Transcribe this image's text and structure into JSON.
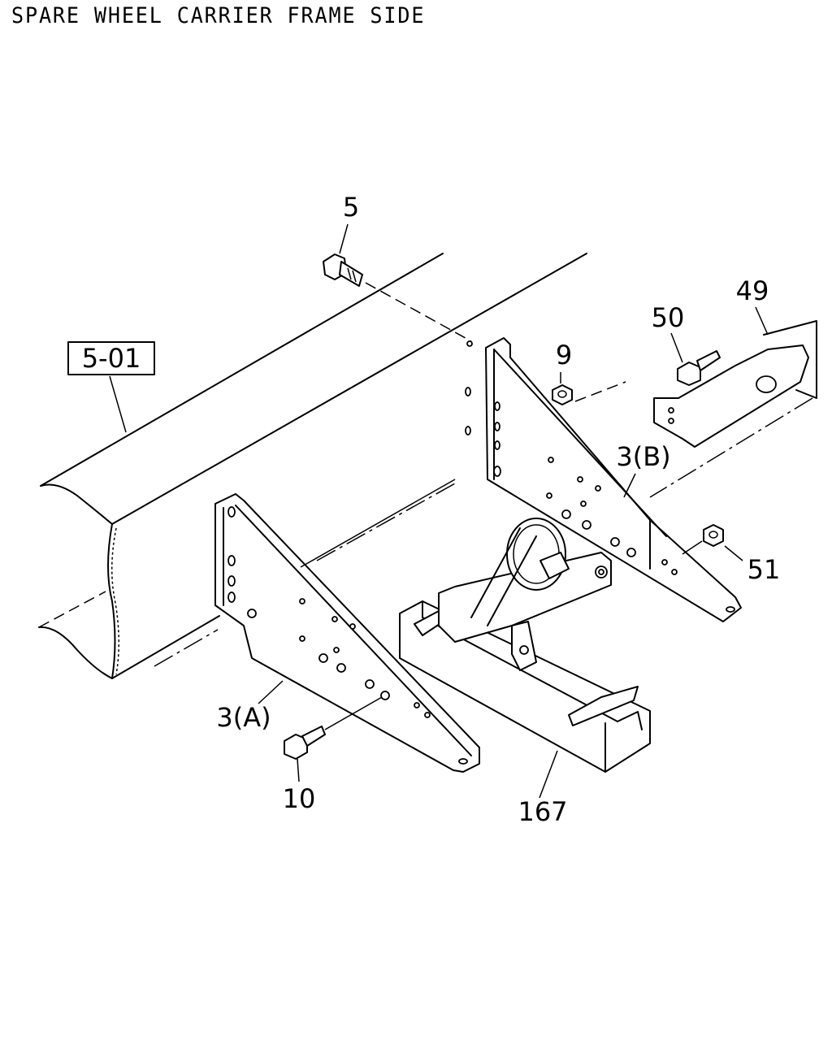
{
  "title": "SPARE WHEEL CARRIER FRAME SIDE",
  "callouts": {
    "c5": "5",
    "c5_01": "5-01",
    "c49": "49",
    "c50": "50",
    "c9": "9",
    "c3b": "3(B)",
    "c51": "51",
    "c3a": "3(A)",
    "c10": "10",
    "c167": "167"
  }
}
